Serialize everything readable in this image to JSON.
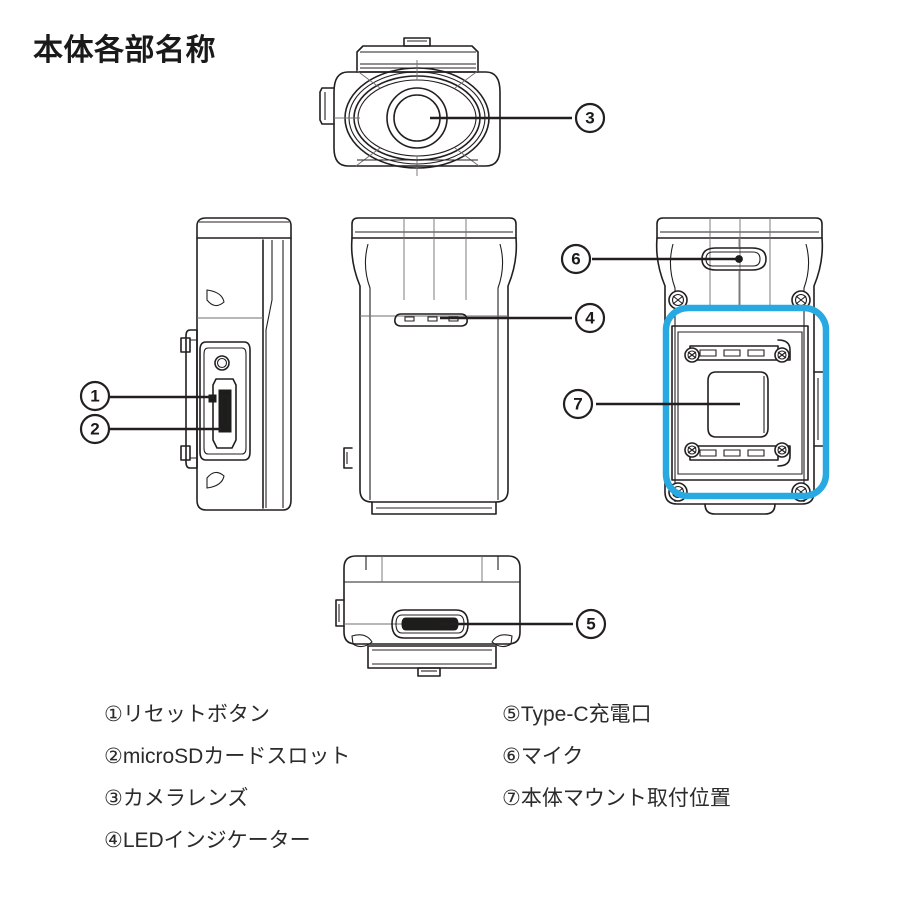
{
  "page": {
    "title": "本体各部名称",
    "background_color": "#ffffff",
    "line_color": "#231f20",
    "highlight_color": "#29a9e1"
  },
  "views": [
    {
      "name": "top-view",
      "description": "カメラ上面図",
      "callouts": [
        "3"
      ]
    },
    {
      "name": "left-side-view",
      "description": "カメラ左側面図",
      "callouts": [
        "1",
        "2"
      ]
    },
    {
      "name": "front-view",
      "description": "カメラ正面図",
      "callouts": [
        "4"
      ]
    },
    {
      "name": "back-view",
      "description": "カメラ背面図",
      "callouts": [
        "6",
        "7"
      ]
    },
    {
      "name": "bottom-view",
      "description": "カメラ底面図",
      "callouts": [
        "5"
      ]
    }
  ],
  "callouts": {
    "c1": "1",
    "c2": "2",
    "c3": "3",
    "c4": "4",
    "c5": "5",
    "c6": "6",
    "c7": "7"
  },
  "legend": {
    "left": [
      {
        "marker": "①",
        "label": "①リセットボタン"
      },
      {
        "marker": "②",
        "label": "②microSDカードスロット"
      },
      {
        "marker": "③",
        "label": "③カメラレンズ"
      },
      {
        "marker": "④",
        "label": "④LEDインジケーター"
      }
    ],
    "right": [
      {
        "marker": "⑤",
        "label": "⑤Type-C充電口"
      },
      {
        "marker": "⑥",
        "label": "⑥マイク"
      },
      {
        "marker": "⑦",
        "label": "⑦本体マウント取付位置"
      }
    ]
  }
}
